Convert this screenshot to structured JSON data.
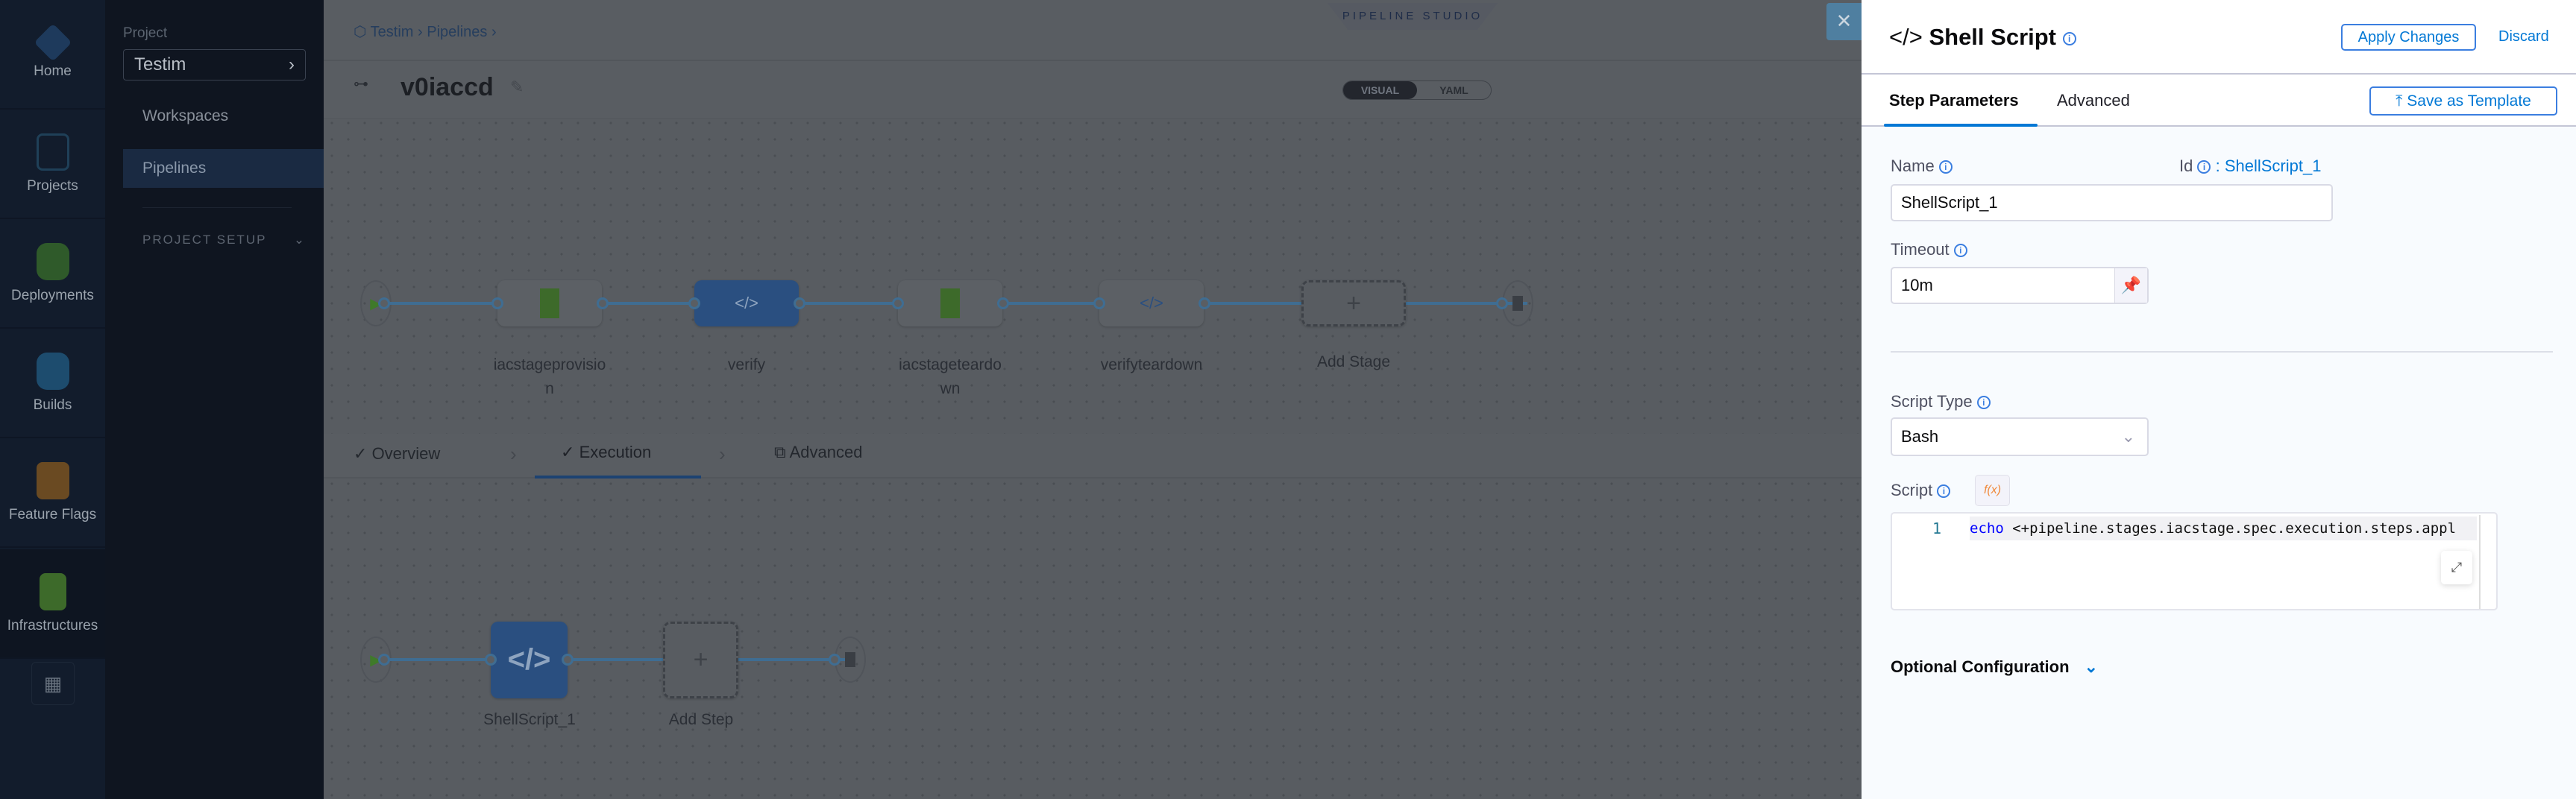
{
  "nav": {
    "items": [
      {
        "label": "Home",
        "icon": "harness-logo-icon"
      },
      {
        "label": "Projects",
        "icon": "cube-icon"
      },
      {
        "label": "Deployments",
        "icon": "deployments-icon"
      },
      {
        "label": "Builds",
        "icon": "builds-icon"
      },
      {
        "label": "Feature Flags",
        "icon": "flag-icon"
      },
      {
        "label": "Infrastructures",
        "icon": "infrastructure-icon",
        "active": true
      }
    ],
    "more_icon": "grid-icon"
  },
  "sidebar": {
    "project_label": "Project",
    "project_value": "Testim",
    "items": [
      {
        "label": "Workspaces"
      },
      {
        "label": "Pipelines",
        "active": true
      }
    ],
    "section": "PROJECT SETUP"
  },
  "canvas": {
    "breadcrumb": [
      "Testim",
      "Pipelines"
    ],
    "studio_tab": "PIPELINE STUDIO",
    "pipeline_name": "v0iaccd",
    "view_toggle": {
      "visual": "VISUAL",
      "yaml": "YAML",
      "selected": "VISUAL"
    },
    "stages": [
      {
        "line1": "iacstageprovisio",
        "line2": "n",
        "type": "infrastructure"
      },
      {
        "line1": "verify",
        "line2": "",
        "type": "custom",
        "selected": true
      },
      {
        "line1": "iacstageteardo",
        "line2": "wn",
        "type": "infrastructure"
      },
      {
        "line1": "verifyteardown",
        "line2": "",
        "type": "custom"
      }
    ],
    "add_stage": "Add Stage",
    "tabs": [
      {
        "label": "Overview",
        "done": true
      },
      {
        "label": "Execution",
        "done": true,
        "active": true
      },
      {
        "label": "Advanced"
      }
    ],
    "steps": [
      {
        "label": "ShellScript_1"
      }
    ],
    "add_step": "Add Step"
  },
  "panel": {
    "title": "Shell Script",
    "apply": "Apply Changes",
    "discard": "Discard",
    "tabs": [
      {
        "label": "Step Parameters",
        "active": true
      },
      {
        "label": "Advanced"
      }
    ],
    "save_template": "Save as Template",
    "name_label": "Name",
    "id_label": "Id",
    "id_value": ": ShellScript_1",
    "name_value": "ShellScript_1",
    "timeout_label": "Timeout",
    "timeout_value": "10m",
    "script_type_label": "Script Type",
    "script_type_value": "Bash",
    "script_label": "Script",
    "fx": "f(x)",
    "code": {
      "line_no": "1",
      "keyword": "echo",
      "rest": " <+pipeline.stages.iacstage.spec.execution.steps.appl"
    },
    "optional": "Optional Configuration"
  },
  "colors": {
    "accent": "#0278d5",
    "link": "#3b7ee0",
    "stage_selected": "#2a4f80"
  }
}
